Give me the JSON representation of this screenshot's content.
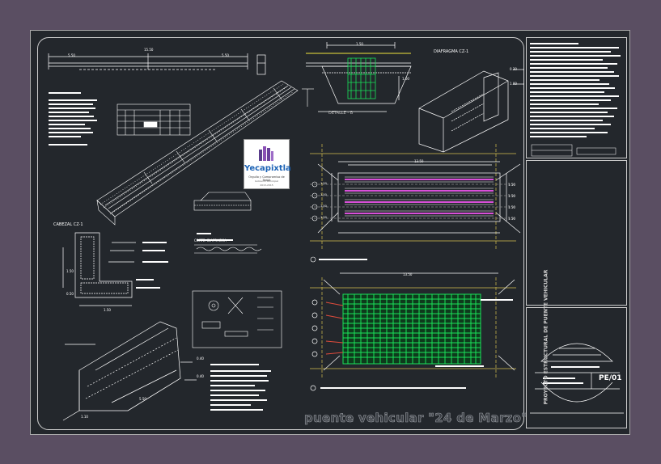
{
  "sheet": {
    "title": "puente vehicular \"24 de Marzo\"",
    "project_label": "PROYECTO ESTRUCTURAL DE PUENTE VEHICULAR",
    "sheet_number": "PE/01"
  },
  "logo": {
    "name": "Yecapixtla",
    "line1": "Orgullo y Compromiso de Todos",
    "line2": "Gobierno Municipal",
    "line3": "2013-2015"
  },
  "labels": {
    "cabezal": "CABEZAL CZ-1",
    "detalle": "DETALLE - B",
    "diafragma": "DIAFRAGMA CZ-1",
    "corte": "CORTE: DIAFRAGMA"
  },
  "dims": {
    "top_total": "15.50",
    "top_left": "5.50",
    "top_right": "5.50",
    "deck_top": "1.50",
    "deck_side": "1.00",
    "plan_span": "13.50",
    "plan_rows": [
      "1.50",
      "1.50",
      "1.50",
      "1.50"
    ],
    "plan_rows2": [
      "1.50",
      "1.50",
      "1.50",
      "1.50"
    ],
    "cab_height": "1.50",
    "cab_base": "1.50",
    "cab_low": "0.50",
    "rebar_span": "13.50",
    "foot_a": "0.40",
    "foot_b": "0.40",
    "foot_c": "5.50",
    "foot_d": "1.10",
    "diaf_a": "0.30",
    "diaf_b": "1.00"
  },
  "colors": {
    "background": "#23272c",
    "frame": "#5a4e62",
    "line": "#ffffff",
    "rebar": "#19e35a",
    "beam": "#d94fd9",
    "accent": "#f0e43c",
    "dim": "#e04c3c"
  }
}
